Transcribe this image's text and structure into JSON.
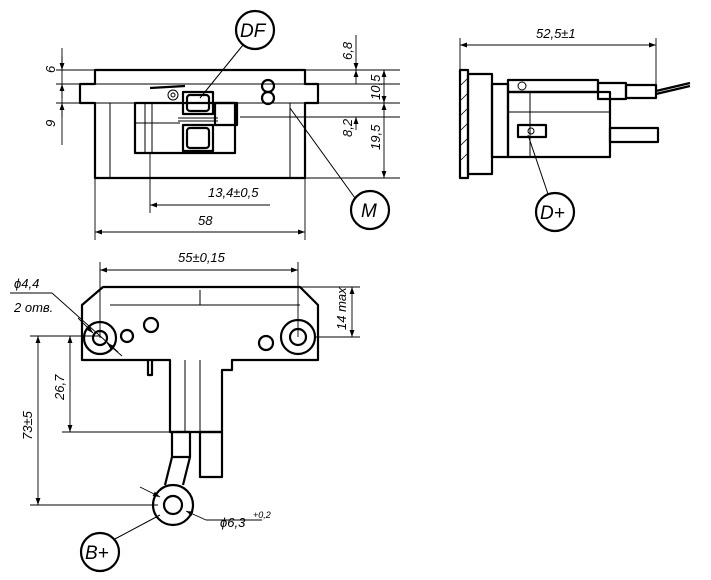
{
  "labels": {
    "df": "DF",
    "m": "M",
    "d_plus": "D+",
    "b_plus": "B+"
  },
  "dimensions": {
    "d6": "6",
    "d9": "9",
    "d6_8": "6,8",
    "d10_5": "10,5",
    "d8_2": "8,2",
    "d19_5": "19,5",
    "d13_4": "13,4±0,5",
    "d58": "58",
    "d52_5": "52,5±1",
    "d55": "55±0,15",
    "d14max": "14 max",
    "hole_dia": "ϕ4,4",
    "hole_count": "2 отв.",
    "d26_7": "26,7",
    "d73": "73±5",
    "term_dia": "ϕ6,3",
    "term_tol": "+0,2"
  }
}
